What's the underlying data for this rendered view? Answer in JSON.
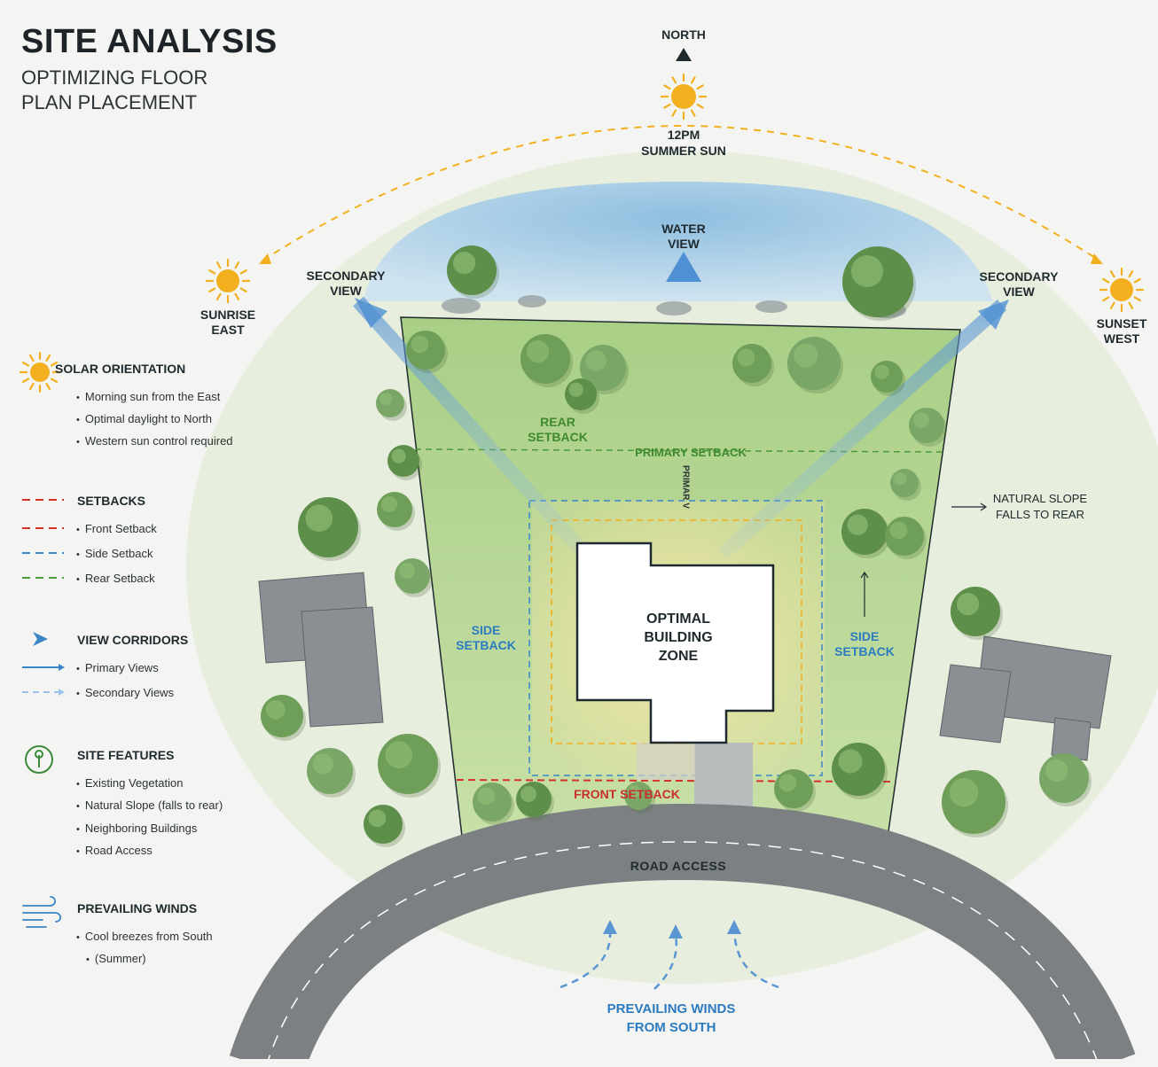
{
  "header": {
    "title": "SITE ANALYSIS",
    "subtitle": "OPTIMIZING FLOOR PLAN PLACEMENT"
  },
  "compass": {
    "north_label": "NORTH"
  },
  "sun": {
    "noon_line1": "12PM",
    "noon_line2": "SUMMER SUN",
    "sunrise_line1": "SUNRISE",
    "sunrise_line2": "EAST",
    "sunset_line1": "SUNSET",
    "sunset_line2": "WEST",
    "color": "#f2b01e"
  },
  "views": {
    "water_line1": "WATER",
    "water_line2": "VIEW",
    "secondary_line1": "SECONDARY",
    "secondary_line2": "VIEW",
    "color": "#4f8fd3"
  },
  "site": {
    "rear_setback_line1": "REAR",
    "rear_setback_line2": "SETBACK",
    "primary_setback": "PRIMARY SETBACK",
    "primary_view_vertical": "PRIMAR V",
    "side_setback_line1": "SIDE",
    "side_setback_line2": "SETBACK",
    "front_setback": "FRONT SETBACK",
    "zone_line1": "OPTIMAL",
    "zone_line2": "BUILDING",
    "zone_line3": "ZONE",
    "slope_line1": "NATURAL SLOPE",
    "slope_line2": "FALLS TO REAR",
    "road": "ROAD ACCESS",
    "winds_line1": "PREVAILING WINDS",
    "winds_line2": "FROM SOUTH"
  },
  "legend": {
    "solar": {
      "title": "SOLAR ORIENTATION",
      "icon": "sun-icon",
      "items": [
        "Morning sun from the East",
        "Optimal daylight to North",
        "Western sun control required"
      ]
    },
    "setbacks": {
      "title": "SETBACKS",
      "items": [
        "Front Setback",
        "Side Setback",
        "Rear Setback"
      ],
      "colors": [
        "#d6322c",
        "#3a86c8",
        "#4c9a3c"
      ]
    },
    "views": {
      "title": "VIEW CORRIDORS",
      "icon": "arrow-icon",
      "items": [
        "Primary Views",
        "Secondary Views"
      ]
    },
    "features": {
      "title": "SITE FEATURES",
      "icon": "tree-icon",
      "items": [
        "Existing Vegetation",
        "Natural Slope (falls to rear)",
        "Neighboring Buildings",
        "Road Access"
      ]
    },
    "winds": {
      "title": "PREVAILING WINDS",
      "icon": "wind-icon",
      "items": [
        "Cool breezes from South",
        "(Summer)"
      ]
    }
  }
}
